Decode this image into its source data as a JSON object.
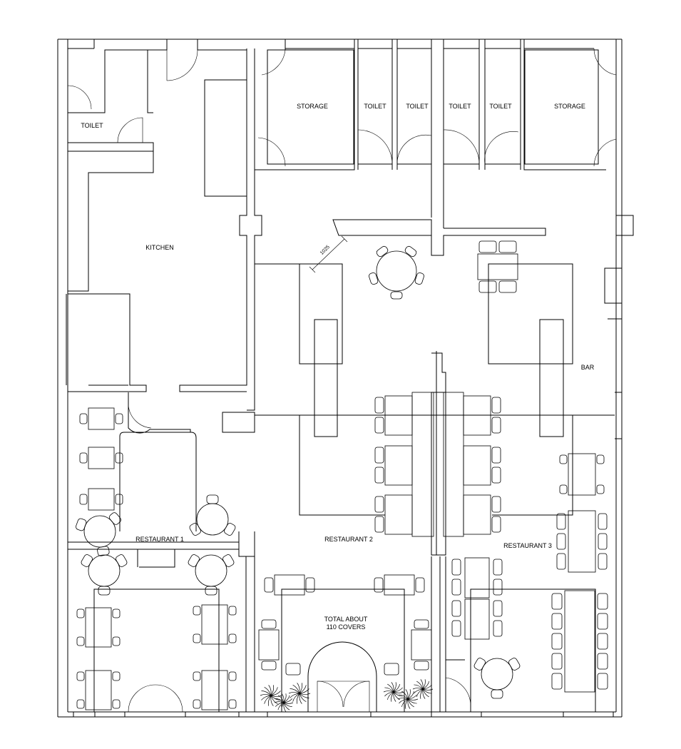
{
  "labels": {
    "toilet_small": "TOILET",
    "storage_left": "STORAGE",
    "toilet_1": "TOILET",
    "toilet_2": "TOILET",
    "toilet_3": "TOILET",
    "toilet_4": "TOILET",
    "storage_right": "STORAGE",
    "kitchen": "KITCHEN",
    "bar": "BAR",
    "restaurant_1": "RESTAURANT 1",
    "restaurant_2": "RESTAURANT 2",
    "restaurant_3": "RESTAURANT 3",
    "total_line1": "TOTAL ABOUT",
    "total_line2": "110 COVERS",
    "dimension": "1025"
  },
  "colors": {
    "line": "#000000",
    "background": "#ffffff"
  }
}
